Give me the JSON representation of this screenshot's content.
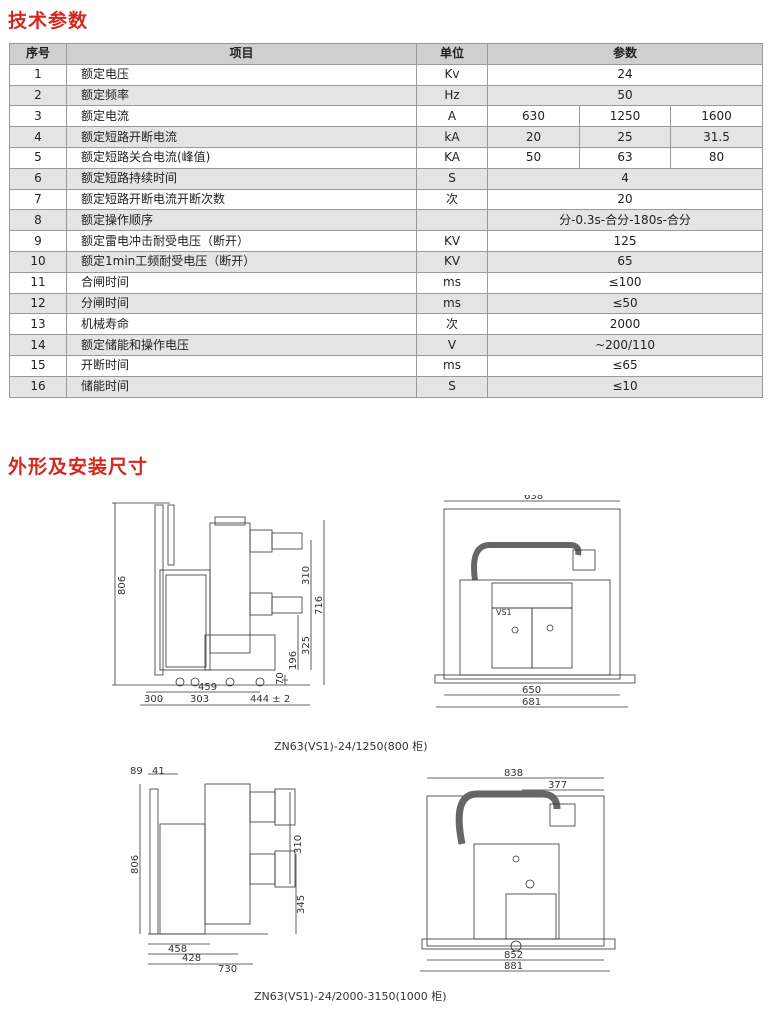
{
  "section1_title": "技术参数",
  "section2_title": "外形及安装尺寸",
  "table": {
    "headers": {
      "num": "序号",
      "item": "项目",
      "unit": "单位",
      "value": "参数"
    },
    "rows": [
      {
        "num": "1",
        "item": "额定电压",
        "unit": "Kv",
        "values": [
          "24"
        ]
      },
      {
        "num": "2",
        "item": "额定频率",
        "unit": "Hz",
        "values": [
          "50"
        ]
      },
      {
        "num": "3",
        "item": "额定电流",
        "unit": "A",
        "values": [
          "630",
          "1250",
          "1600"
        ]
      },
      {
        "num": "4",
        "item": "额定短路开断电流",
        "unit": "kA",
        "values": [
          "20",
          "25",
          "31.5"
        ]
      },
      {
        "num": "5",
        "item": "额定短路关合电流(峰值)",
        "unit": "KA",
        "values": [
          "50",
          "63",
          "80"
        ]
      },
      {
        "num": "6",
        "item": "额定短路持续时间",
        "unit": "S",
        "values": [
          "4"
        ]
      },
      {
        "num": "7",
        "item": "额定短路开断电流开断次数",
        "unit": "次",
        "values": [
          "20"
        ]
      },
      {
        "num": "8",
        "item": "额定操作顺序",
        "unit": "",
        "values": [
          "分-0.3s-合分-180s-合分"
        ]
      },
      {
        "num": "9",
        "item": "额定雷电冲击耐受电压（断开）",
        "unit": "KV",
        "values": [
          "125"
        ]
      },
      {
        "num": "10",
        "item": "额定1min工频耐受电压（断开）",
        "unit": "KV",
        "values": [
          "65"
        ]
      },
      {
        "num": "11",
        "item": "合闸时间",
        "unit": "ms",
        "values": [
          "≤100"
        ]
      },
      {
        "num": "12",
        "item": "分闸时间",
        "unit": "ms",
        "values": [
          "≤50"
        ]
      },
      {
        "num": "13",
        "item": "机械寿命",
        "unit": "次",
        "values": [
          "2000"
        ]
      },
      {
        "num": "14",
        "item": "额定储能和操作电压",
        "unit": "V",
        "values": [
          "~200/110"
        ]
      },
      {
        "num": "15",
        "item": "开断时间",
        "unit": "ms",
        "values": [
          "≤65"
        ]
      },
      {
        "num": "16",
        "item": "储能时间",
        "unit": "S",
        "values": [
          "≤10"
        ]
      }
    ]
  },
  "drawing1": {
    "side": {
      "h806": "806",
      "d310": "310",
      "d716": "716",
      "d325": "325",
      "d196": "196",
      "d70": "70",
      "d459": "459",
      "d300": "300",
      "d303": "303",
      "d444": "444 ± 2"
    },
    "front": {
      "w638": "638",
      "w650": "650",
      "w681": "681",
      "panel_label": "VS1"
    },
    "caption": "ZN63(VS1)-24/1250(800 柜)"
  },
  "drawing2": {
    "side": {
      "w89": "89",
      "w41": "41",
      "h806": "806",
      "d310": "310",
      "d345": "345",
      "d458": "458",
      "d428": "428",
      "d730": "730"
    },
    "front": {
      "w838": "838",
      "w377": "377",
      "w852": "852",
      "w881": "881"
    },
    "caption": "ZN63(VS1)-24/2000-3150(1000 柜)"
  }
}
